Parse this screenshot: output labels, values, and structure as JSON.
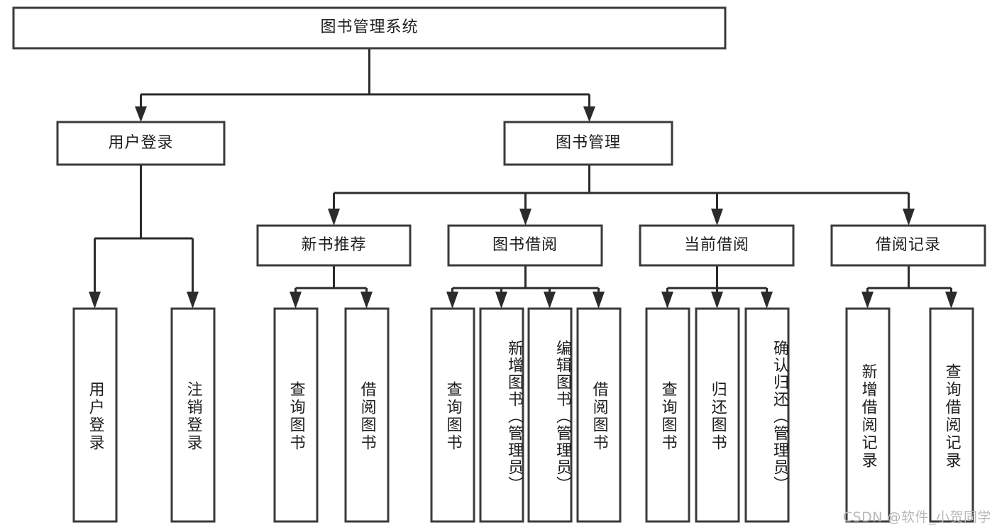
{
  "diagram": {
    "type": "tree-hierarchy",
    "title": "图书管理系统",
    "watermark": "CSDN @软件_小贺同学",
    "colors": {
      "box_border": "#3a3a3a",
      "connector": "#2b2b2b",
      "background": "#ffffff",
      "text": "#1d1d1d",
      "watermark": "#b9b9b9"
    },
    "root": {
      "label": "图书管理系统"
    },
    "level2": [
      {
        "label": "用户登录"
      },
      {
        "label": "图书管理"
      }
    ],
    "level3": [
      {
        "label": "新书推荐"
      },
      {
        "label": "图书借阅"
      },
      {
        "label": "当前借阅"
      },
      {
        "label": "借阅记录"
      }
    ],
    "leaves": {
      "user_login": [
        {
          "label": "用户登录"
        },
        {
          "label": "注销登录"
        }
      ],
      "new_book_recommend": [
        {
          "label": "查询图书"
        },
        {
          "label": "借阅图书"
        }
      ],
      "book_borrow": [
        {
          "label": "查询图书"
        },
        {
          "label": "新增图书（管理员）"
        },
        {
          "label": "编辑图书（管理员）"
        },
        {
          "label": "借阅图书"
        }
      ],
      "current_borrow": [
        {
          "label": "查询图书"
        },
        {
          "label": "归还图书"
        },
        {
          "label": "确认归还（管理员）"
        }
      ],
      "borrow_record": [
        {
          "label": "新增借阅记录"
        },
        {
          "label": "查询借阅记录"
        }
      ]
    }
  }
}
